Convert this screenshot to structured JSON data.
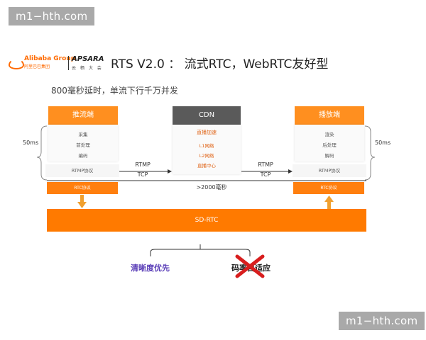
{
  "watermark": {
    "top": "m1−hth.com",
    "bottom": "m1−hth.com"
  },
  "logo": {
    "alibaba": "Alibaba Group",
    "alibaba_sub": "阿里巴巴集团",
    "apsara": "APSARA",
    "apsara_sub": "云 栖 大 会"
  },
  "title": "RTS V2.0 ： 流式RTC，WebRTC友好型",
  "subtitle": "800毫秒延时，单流下行千万并发",
  "left_column": {
    "title": "推流端",
    "steps": [
      "采集",
      "前处理",
      "编码"
    ],
    "protocol": "RTMP协议",
    "rtc": "RTC协议",
    "latency": "50ms"
  },
  "cdn_column": {
    "title": "CDN",
    "items": [
      "直播加速",
      "L1网络",
      "L2网络",
      "直播中心"
    ]
  },
  "right_column": {
    "title": "播放端",
    "steps": [
      "渲染",
      "后处理",
      "解码"
    ],
    "protocol": "RTMP协议",
    "rtc": "RTC协议",
    "latency": "50ms"
  },
  "links": {
    "left": {
      "proto": "RTMP",
      "transport": "TCP"
    },
    "right": {
      "proto": "RTMP",
      "transport": "TCP"
    },
    "delay": ">2000毫秒"
  },
  "base_bar": "SD-RTC",
  "outcomes": {
    "clarity": "清晰度优先",
    "latency": "码率自适应"
  },
  "colors": {
    "accent": "#ff7a00",
    "cdn_header": "#5a5a5a",
    "clarity_text": "#5b3fb8",
    "cross": "#d81e1e"
  }
}
